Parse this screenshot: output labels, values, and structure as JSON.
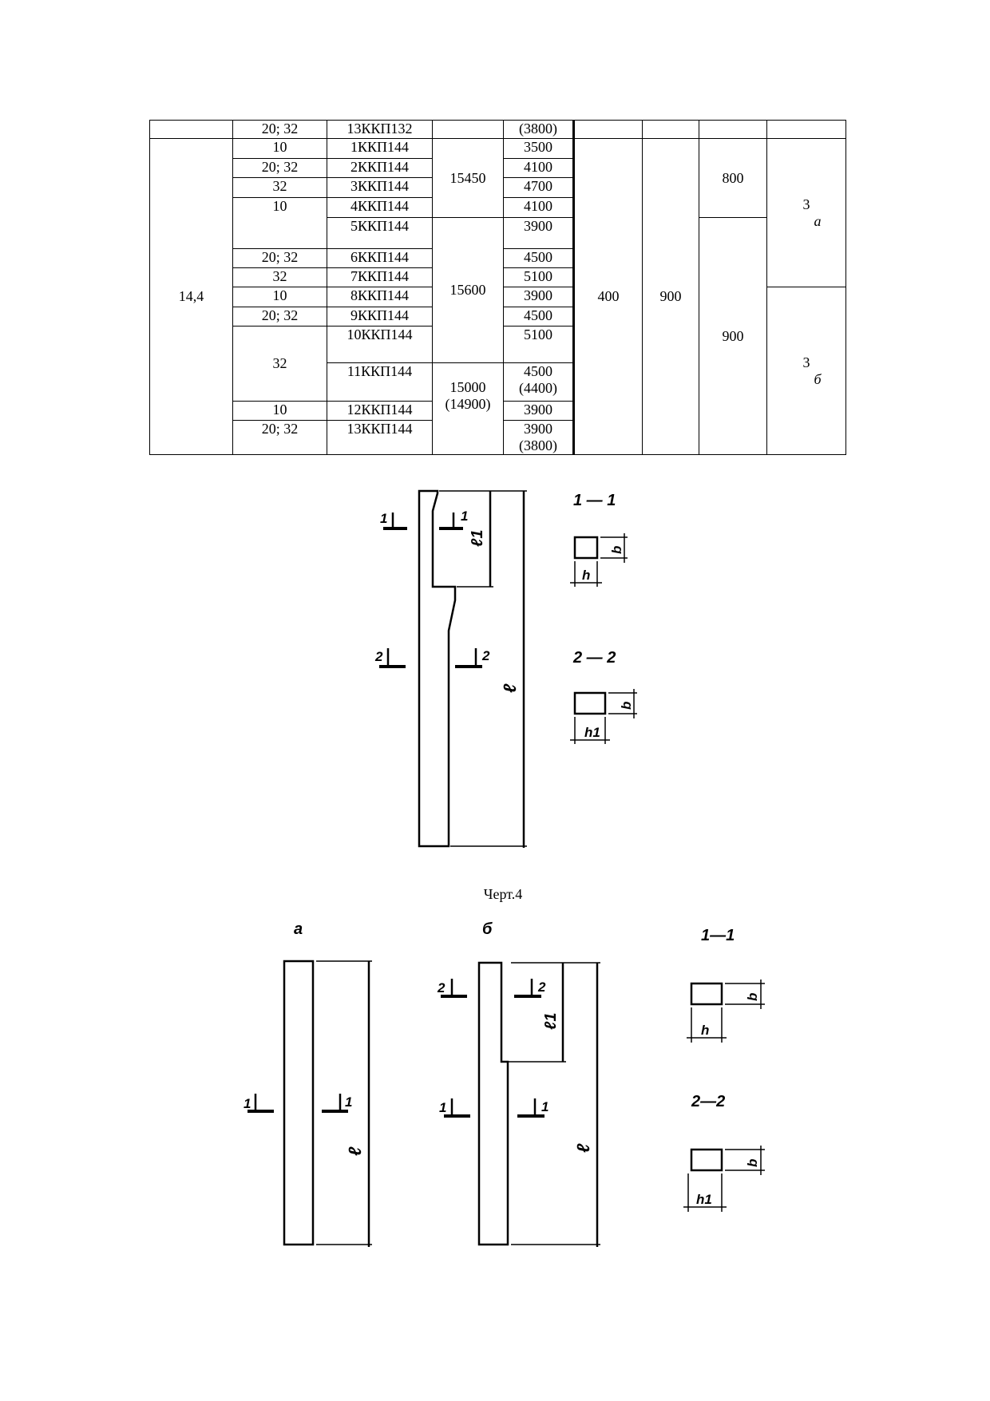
{
  "table": {
    "rows": [
      {
        "a": "",
        "b": "20; 32",
        "c": "13ККП132",
        "d": "",
        "e": "(3800)"
      },
      {
        "a": "14,4",
        "b": "10",
        "c": "1ККП144",
        "d": "15450",
        "e": "3500",
        "f": "400",
        "g": "900",
        "h": "800",
        "i_num": "3",
        "i_sub": "а"
      },
      {
        "b": "20; 32",
        "c": "2ККП144",
        "e": "4100"
      },
      {
        "b": "32",
        "c": "3ККП144",
        "e": "4700"
      },
      {
        "b": "10",
        "c": "4ККП144",
        "e": "4100"
      },
      {
        "c": "5ККП144",
        "d": "15600",
        "e": "3900",
        "h": "900"
      },
      {
        "b": "20; 32",
        "c": "6ККП144",
        "e": "4500"
      },
      {
        "b": "32",
        "c": "7ККП144",
        "e": "5100"
      },
      {
        "b": "10",
        "c": "8ККП144",
        "e": "3900",
        "i_num": "3",
        "i_sub": "б"
      },
      {
        "b": "20; 32",
        "c": "9ККП144",
        "e": "4500"
      },
      {
        "b": "32",
        "c": "10ККП144",
        "e": "5100"
      },
      {
        "c": "11ККП144",
        "d": "15000",
        "d2": "(14900)",
        "e": "4500",
        "e2": "(4400)"
      },
      {
        "b": "10",
        "c": "12ККП144",
        "e": "3900"
      },
      {
        "b": "20; 32",
        "c": "13ККП144",
        "e": "3900",
        "e2": "(3800)"
      }
    ]
  },
  "drawing1": {
    "section_11": "1 — 1",
    "section_22": "2 — 2",
    "cut1": "1",
    "cut2": "2",
    "dim_l": "ℓ",
    "dim_l1": "ℓ1",
    "dim_b": "b",
    "dim_h": "h",
    "dim_h1": "h1"
  },
  "caption": "Черт.4",
  "drawing2": {
    "label_a": "а",
    "label_b": "б",
    "section_11": "1—1",
    "section_22": "2—2",
    "cut1": "1",
    "cut2": "2",
    "dim_l": "ℓ",
    "dim_l1": "ℓ1",
    "dim_b": "b",
    "dim_h": "h",
    "dim_h1": "h1"
  }
}
